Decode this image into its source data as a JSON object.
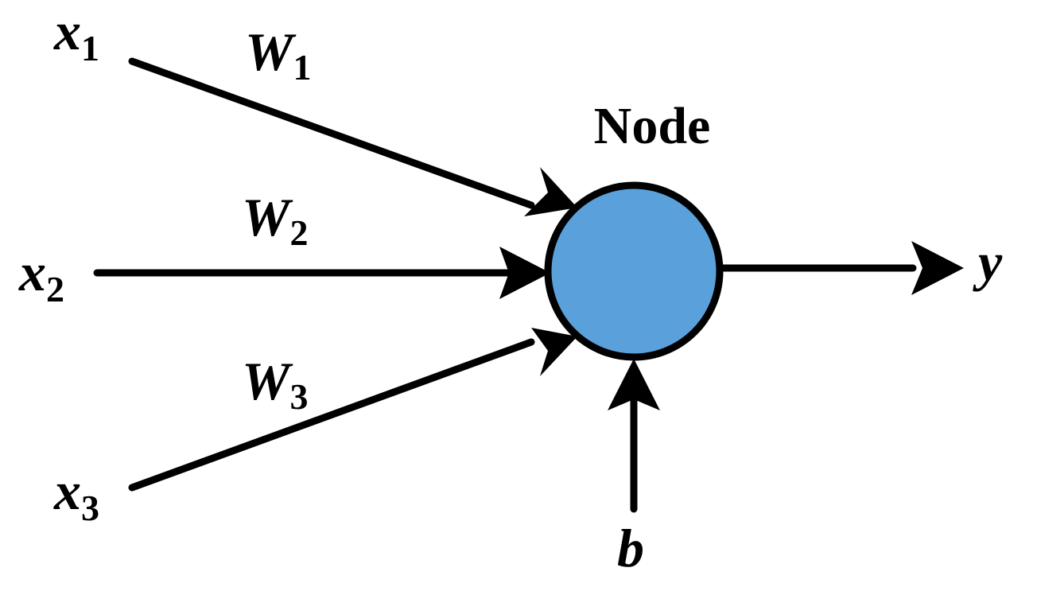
{
  "colors": {
    "node_fill": "#5aa1dc",
    "stroke": "#000000",
    "background": "#ffffff"
  },
  "node": {
    "label": "Node"
  },
  "inputs": [
    {
      "var": "x",
      "sub": "1"
    },
    {
      "var": "x",
      "sub": "2"
    },
    {
      "var": "x",
      "sub": "3"
    }
  ],
  "weights": [
    {
      "var": "W",
      "sub": "1"
    },
    {
      "var": "W",
      "sub": "2"
    },
    {
      "var": "W",
      "sub": "3"
    }
  ],
  "bias": {
    "var": "b"
  },
  "output": {
    "var": "y"
  }
}
